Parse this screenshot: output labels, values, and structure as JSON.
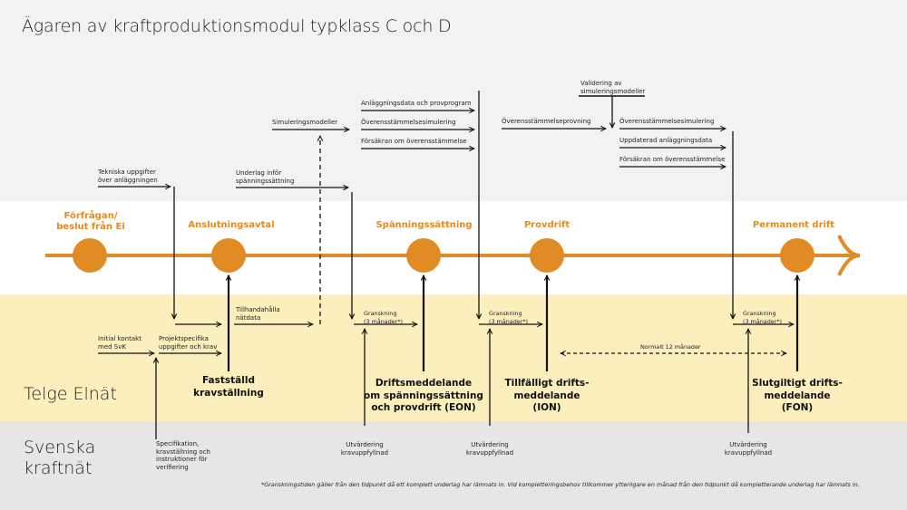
{
  "title": "Ägaren av kraftproduktionsmodul typklass C och D",
  "lanes": {
    "telge": "Telge Elnät",
    "svk_line1": "Svenska",
    "svk_line2": "kraftnät"
  },
  "milestones": [
    {
      "label_line1": "Förfrågan/",
      "label_line2": "beslut från Ei"
    },
    {
      "label_line1": "Anslutningsavtal",
      "label_line2": ""
    },
    {
      "label_line1": "Spänningssättning",
      "label_line2": ""
    },
    {
      "label_line1": "Provdrift",
      "label_line2": ""
    },
    {
      "label_line1": "Permanent drift",
      "label_line2": ""
    }
  ],
  "owner_inputs": {
    "tekniska": [
      "Tekniska uppgifter",
      "över anläggningen"
    ],
    "simulering": "Simuleringsmodeller",
    "underlag": [
      "Underlag inför",
      "spänningssättning"
    ],
    "anlaggningsdata": "Anläggningsdata och provprogram",
    "overens_sim1": "Överensstämmelsesimulering",
    "forsakran1": "Försäkran om överensstämmelse",
    "overens_prov": "Överensstämmelseprovning",
    "validering": [
      "Validering av",
      "simuleringsmodeller"
    ],
    "overens_sim2": "Överensstämmelsesimulering",
    "uppdaterad": "Uppdaterad anläggningsdata",
    "forsakran2": "Försäkran om överensstämmelse"
  },
  "telge_items": {
    "initial": [
      "Initial kontakt",
      "med SvK"
    ],
    "projekt": [
      "Projektspecifika",
      "uppgifter och krav"
    ],
    "tillhandahalla": [
      "Tillhandahålla",
      "nätdata"
    ],
    "granskning": [
      "Granskning",
      "(3 månader*)"
    ],
    "normalt": "Normalt 12 månader"
  },
  "documents": [
    {
      "line1": "Fastställd",
      "line2": "kravställning",
      "line3": ""
    },
    {
      "line1": "Driftsmeddelande",
      "line2": "om spänningssättning",
      "line3": "och provdrift (EON)"
    },
    {
      "line1": "Tillfälligt drifts-",
      "line2": "meddelande",
      "line3": "(ION)"
    },
    {
      "line1": "Slutgiltigt drifts-",
      "line2": "meddelande",
      "line3": "(FON)"
    }
  ],
  "svk_items": {
    "specifikation": [
      "Specifikation,",
      "kravställning och",
      "instruktioner för",
      "verifiering"
    ],
    "utvardering": [
      "Utvärdering",
      "kravuppfyllnad"
    ]
  },
  "footnote": "*Granskningstiden gäller från den tidpunkt då ett komplett underlag har lämnats in. Vid kompletteringsbehov tillkommer ytterligare en månad från den tidpunkt då kompletterande underlag har lämnats in.",
  "colors": {
    "accent": "#e08b24",
    "band_top": "#f2f2f2",
    "band_mid": "#ffffff",
    "band_yellow": "#fcefbd",
    "band_bottom": "#e6e6e6"
  }
}
